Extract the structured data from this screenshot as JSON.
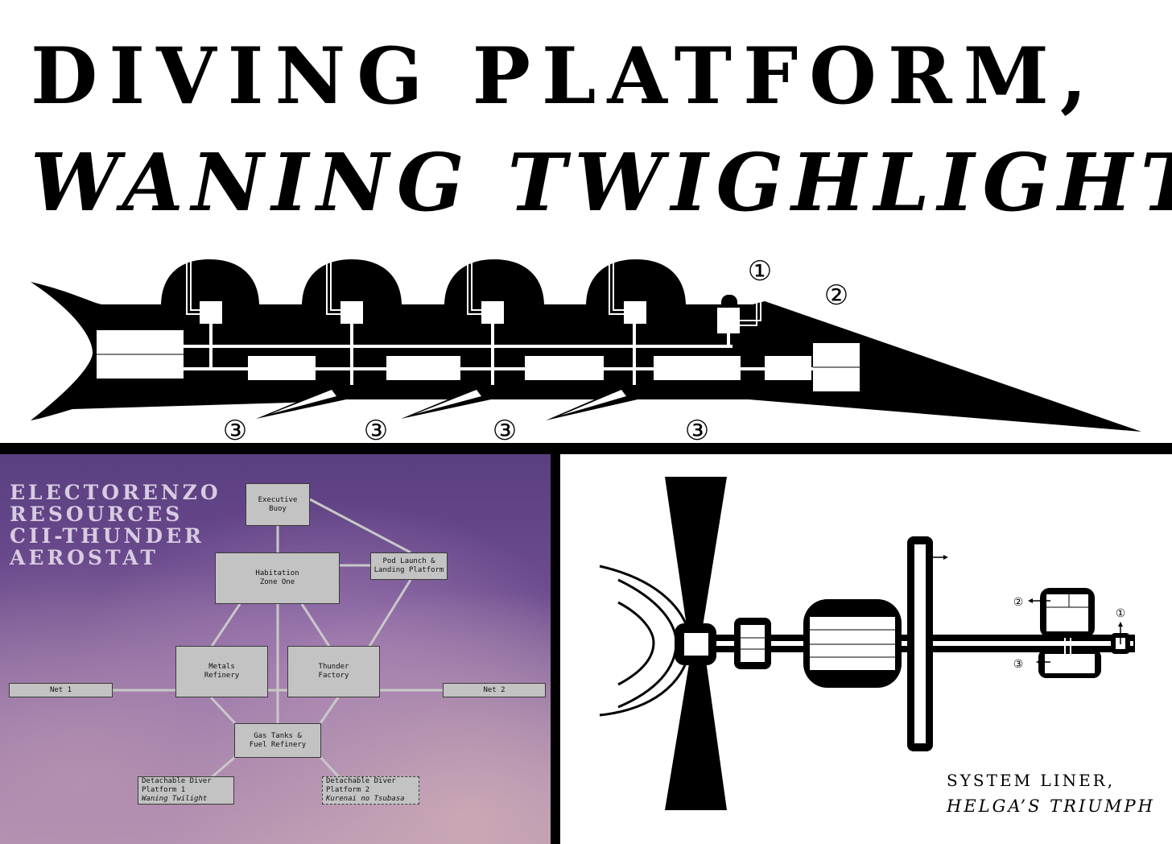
{
  "title": {
    "line1": "DIVING PLATFORM,",
    "line2": "WANING TWIGHLIGHT"
  },
  "diving_diagram": {
    "markers": [
      "①",
      "②",
      "③",
      "③",
      "③",
      "③"
    ]
  },
  "aerostat": {
    "title_lines": [
      "ELECTORENZO",
      "RESOURCES",
      "CII-THUNDER",
      "AEROSTAT"
    ],
    "nodes": {
      "executive_buoy": [
        "Executive",
        "Buoy"
      ],
      "habitation": [
        "Habitation",
        "Zone One"
      ],
      "pod_launch": [
        "Pod Launch &",
        "Landing Platform"
      ],
      "metals_refinery": [
        "Metals",
        "Refinery"
      ],
      "thunder_factory": [
        "Thunder",
        "Factory"
      ],
      "net1": "Net 1",
      "net2": "Net 2",
      "gas_tanks": [
        "Gas Tanks &",
        "Fuel Refinery"
      ],
      "diver1": {
        "label": "Detachable Diver Platform 1",
        "name": "Waning Twilight"
      },
      "diver2": {
        "label": "Detachable Diver Platform 2",
        "name": "Kurenai no Tsubasa"
      }
    }
  },
  "liner": {
    "caption_line1": "SYSTEM LINER,",
    "caption_line2": "HELGA’S TRIUMPH",
    "markers": {
      "one": "①",
      "two": "②",
      "three": "③"
    }
  },
  "colors": {
    "ink": "#000000",
    "paper": "#ffffff",
    "node_fill": "#c3c3c3",
    "aerostat_title": "#d9cbe1"
  }
}
